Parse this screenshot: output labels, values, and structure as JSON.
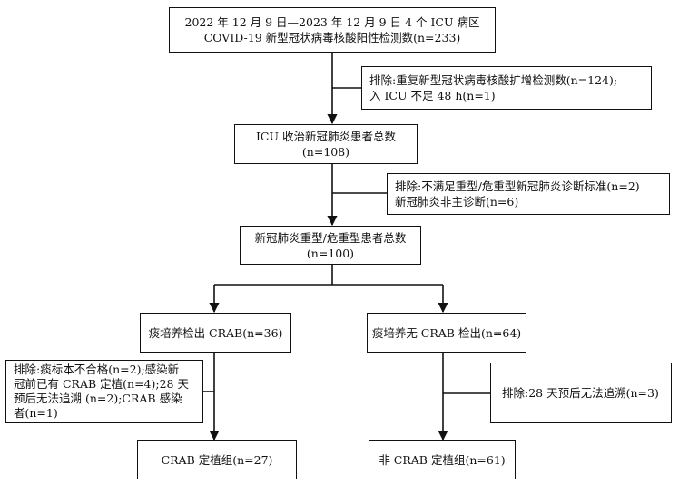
{
  "boxes": {
    "total": {
      "line1": "2022 年 12 月 9 日—2023 年 12 月 9 日 4 个 ICU 病区",
      "line2": "COVID-19 新型冠状病毒核酸阳性检测数(n=233)"
    },
    "exclude1": {
      "line1": "排除:重复新型冠状病毒核酸扩增检测数(n=124);",
      "line2": "入 ICU 不足 48 h(n=1)"
    },
    "icu": {
      "line1": "ICU 收治新冠肺炎患者总数",
      "line2": "(n=108)"
    },
    "exclude2": {
      "line1": "排除:不满足重型/危重型新冠肺炎诊断标准(n=2)",
      "line2": "新冠肺炎非主诊断(n=6)"
    },
    "severe": {
      "line1": "新冠肺炎重型/危重型患者总数",
      "line2": "(n=100)"
    },
    "crab_pos": {
      "line1": "痰培养检出 CRAB(n=36)"
    },
    "crab_neg": {
      "line1": "痰培养无 CRAB 检出(n=64)"
    },
    "exclude3": {
      "line1": "排除:痰标本不合格(n=2);感染新",
      "line2": "冠前已有 CRAB 定植(n=4);28 天",
      "line3": "预后无法追溯 (n=2);CRAB 感染",
      "line4": "者(n=1)"
    },
    "exclude4": {
      "line1": "排除:28 天预后无法追溯(n=3)"
    },
    "crab_group": {
      "line1": "CRAB 定植组(n=27)"
    },
    "noncrab_group": {
      "line1": "非 CRAB 定植组(n=61)"
    }
  }
}
